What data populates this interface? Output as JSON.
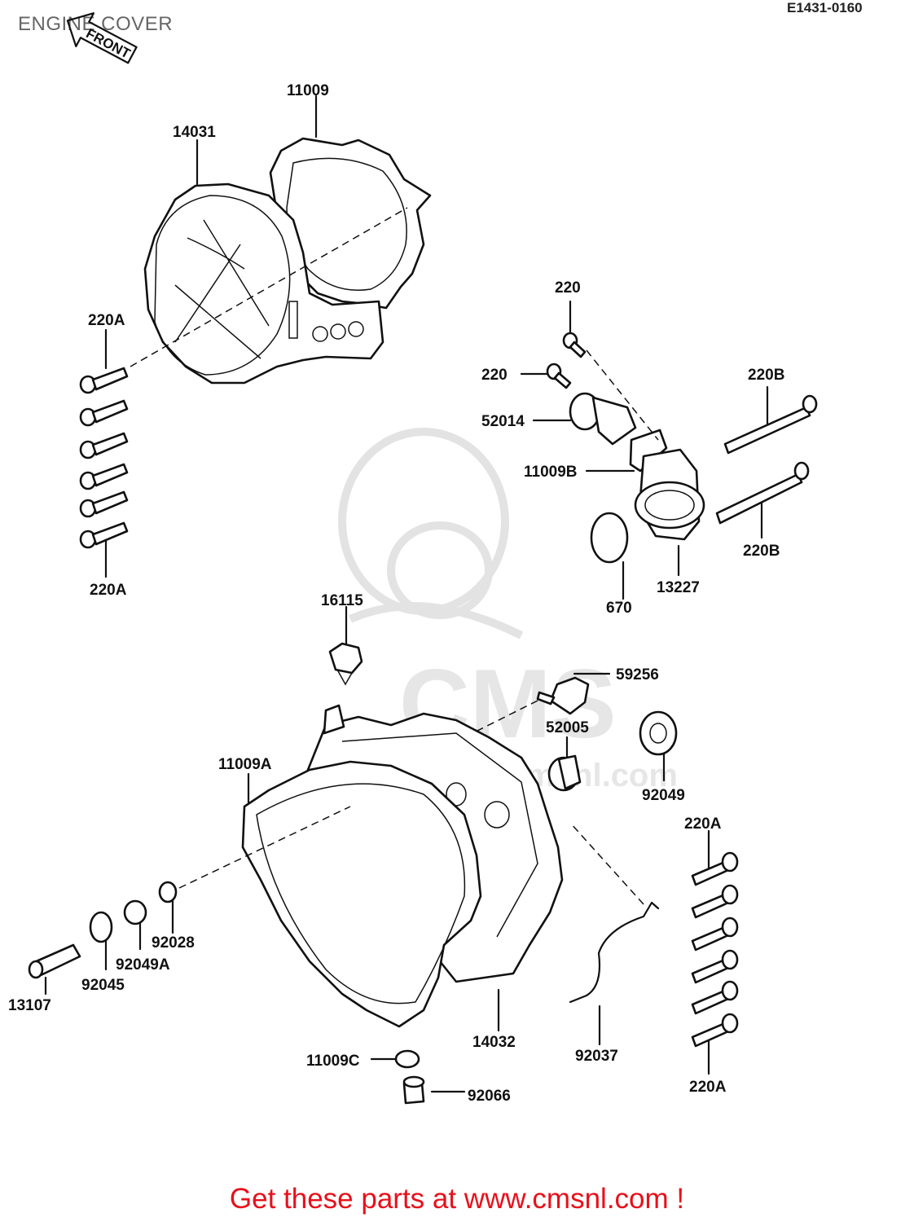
{
  "header": {
    "title": "ENGINE COVER",
    "diagram_code": "E1431-0160",
    "front_label": "FRONT"
  },
  "watermark": {
    "text": "CMS",
    "site": "www.cmsnl.com"
  },
  "parts": {
    "p11009": "11009",
    "p14031": "14031",
    "p220A_top": "220A",
    "p220A_bottom_left": "220A",
    "p220_upper": "220",
    "p220_lower": "220",
    "p52014": "52014",
    "p11009B": "11009B",
    "p220B_upper": "220B",
    "p220B_lower": "220B",
    "p670": "670",
    "p13227": "13227",
    "p16115": "16115",
    "p59256": "59256",
    "p52005": "52005",
    "p92049": "92049",
    "p11009A": "11009A",
    "p220A_right_top": "220A",
    "p220A_right_bottom": "220A",
    "p92028": "92028",
    "p92049A": "92049A",
    "p92045": "92045",
    "p13107": "13107",
    "p14032": "14032",
    "p92037": "92037",
    "p11009C": "11009C",
    "p92066": "92066"
  },
  "footer": {
    "text": "Get these parts at www.cmsnl.com !"
  }
}
